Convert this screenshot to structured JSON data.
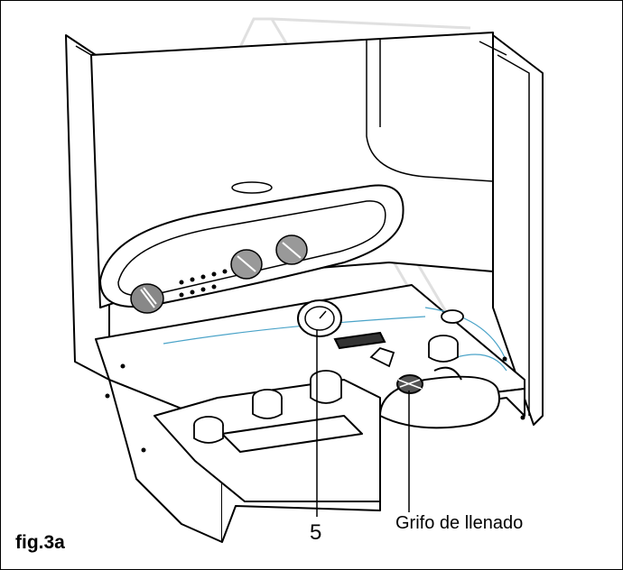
{
  "figure": {
    "label": "fig.3a",
    "watermark": "A",
    "callouts": [
      {
        "text": "5"
      },
      {
        "text": "Grifo de llenado"
      }
    ]
  },
  "colors": {
    "line": "#000000",
    "background": "#ffffff",
    "watermark": "#e0e0e0",
    "accent_line": "#4aa3c8"
  }
}
